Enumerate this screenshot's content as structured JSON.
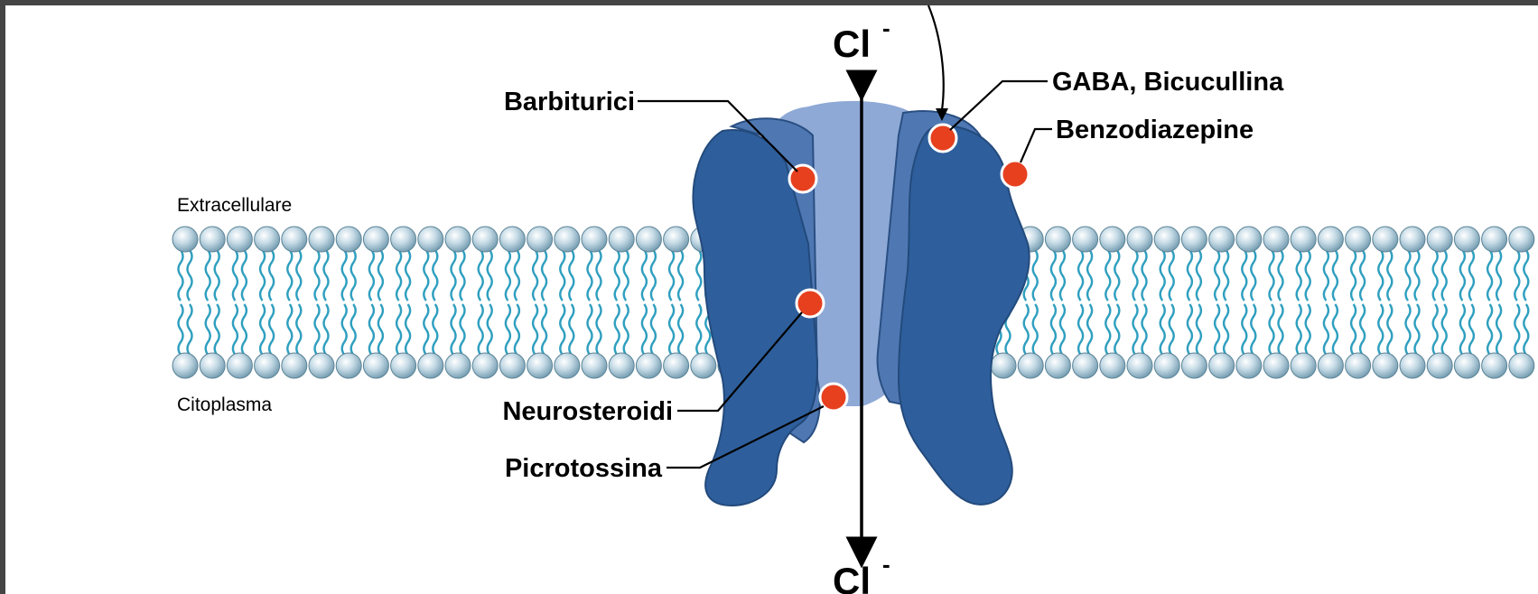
{
  "labels": {
    "extracellular": "Extracellulare",
    "cytoplasm": "Citoplasma",
    "ion_top": "Cl",
    "ion_top_charge": "-",
    "ion_bottom": "Cl",
    "ion_bottom_charge": "-",
    "barbiturates": "Barbiturici",
    "gaba": "GABA, Bicucullina",
    "benzodiazepines": "Benzodiazepine",
    "neurosteroids": "Neurosteroidi",
    "picrotoxin": "Picrotossina"
  },
  "colors": {
    "frame": "#444444",
    "background": "#ffffff",
    "membrane_tails": "#2f9fbf",
    "lipid_head": "#a9c4d3",
    "receptor_dark": "#2e5f9c",
    "receptor_mid": "#4f78b3",
    "receptor_light": "#8ea9d6",
    "binding_site": "#e6401f"
  }
}
